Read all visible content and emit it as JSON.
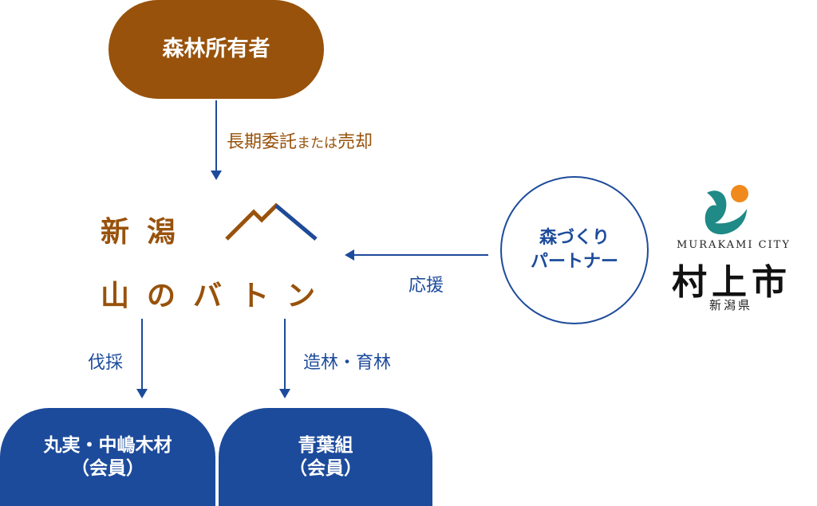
{
  "owner": {
    "label": "森林所有者"
  },
  "owner_to_baton": {
    "label_main": "長期委託",
    "label_small": "または",
    "label_end": "売却"
  },
  "logo": {
    "line1": "新潟",
    "line2": "山のバトン"
  },
  "partner": {
    "line1": "森づくり",
    "line2": "パートナー",
    "arrow_label": "応援"
  },
  "city": {
    "en": "MURAKAMI CITY",
    "name": "村上市",
    "pref": "新潟県"
  },
  "activities": {
    "left": "伐採",
    "right": "造林・育林"
  },
  "members": [
    {
      "name": "丸実・中嶋木材",
      "note": "（会員）"
    },
    {
      "name": "青葉組",
      "note": "（会員）"
    }
  ],
  "colors": {
    "brown": "#98520b",
    "blue": "#1d4b9b",
    "teal": "#1f8a86",
    "orange": "#f08a1c"
  }
}
